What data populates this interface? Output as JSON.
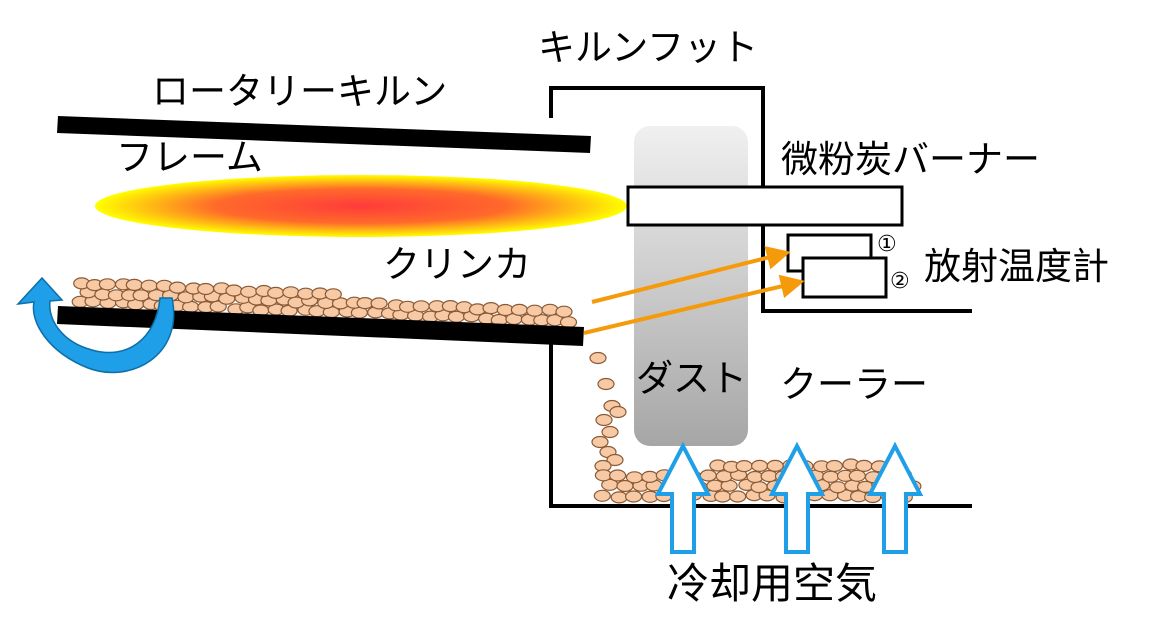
{
  "labels": {
    "kiln_foot": "キルンフット",
    "rotary_kiln": "ロータリーキルン",
    "flame": "フレーム",
    "burner": "微粉炭バーナー",
    "clinker": "クリンカ",
    "thermometer": "放射温度計",
    "marker_1": "①",
    "marker_2": "②",
    "dust": "ダスト",
    "cooler": "クーラー",
    "cooling_air": "冷却用空気"
  },
  "colors": {
    "kiln_wall": "#000000",
    "clinker_fill": "#f7c9a4",
    "clinker_stroke": "#8a5a35",
    "flame_outer": "#ffff00",
    "flame_inner": "#ff3b3b",
    "dust_top": "#f0f0f0",
    "dust_bottom": "#a6a6a6",
    "sensor_arrow": "#f59a0a",
    "air_arrow": "#1e9fe8",
    "rotation_arrow": "#1e9fe8"
  },
  "icons": {
    "rotation": "curved-rotation-arrow",
    "air": "up-hollow-arrow",
    "sensor_line": "orange-line-arrow"
  }
}
